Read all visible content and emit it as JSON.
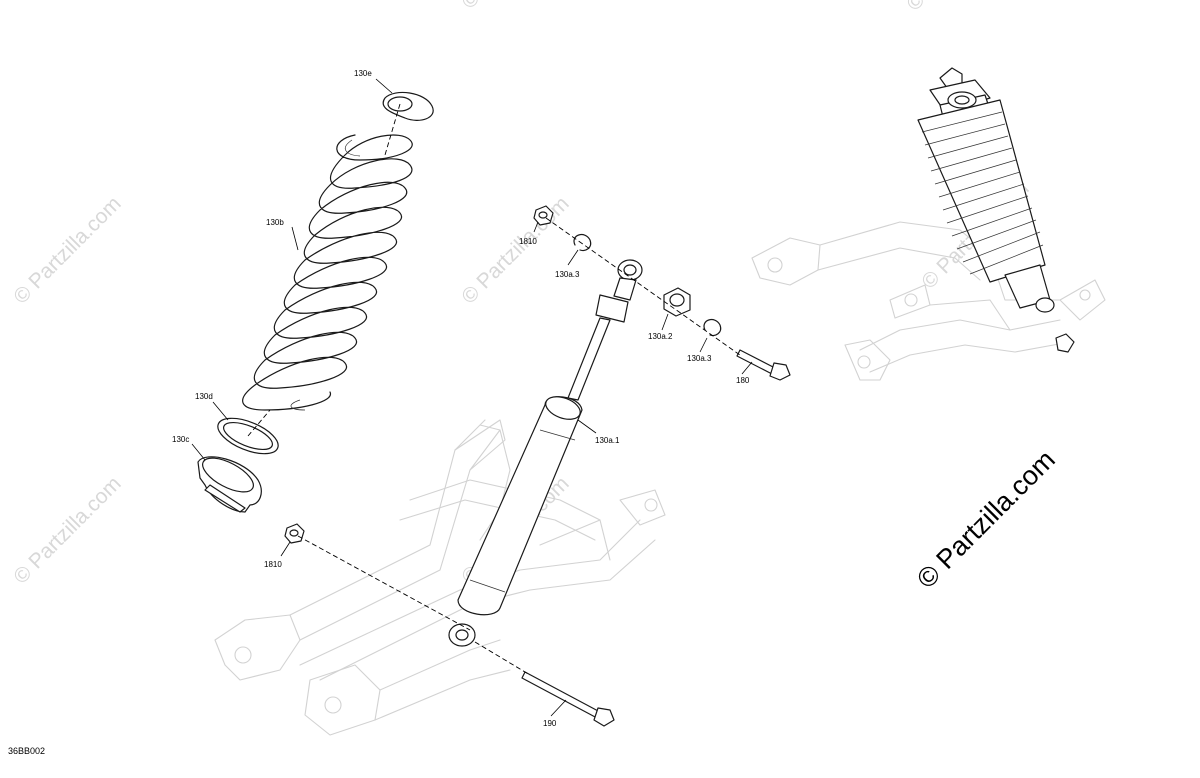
{
  "diagram": {
    "drawing_id": "36BB002",
    "callouts": {
      "spring_retainer_top": "130e",
      "coil_spring": "130b",
      "spring_seat": "130d",
      "adjuster_ring": "130c",
      "nut_top": "1810",
      "circlip_left": "130a.3",
      "bushing": "130a.2",
      "circlip_right": "130a.3",
      "bolt_top": "180",
      "shock_body": "130a.1",
      "nut_bottom": "1810",
      "bolt_bottom": "190"
    },
    "watermark": {
      "small_text": "© Partzilla.com",
      "big_text": "© Partzilla.com"
    }
  }
}
